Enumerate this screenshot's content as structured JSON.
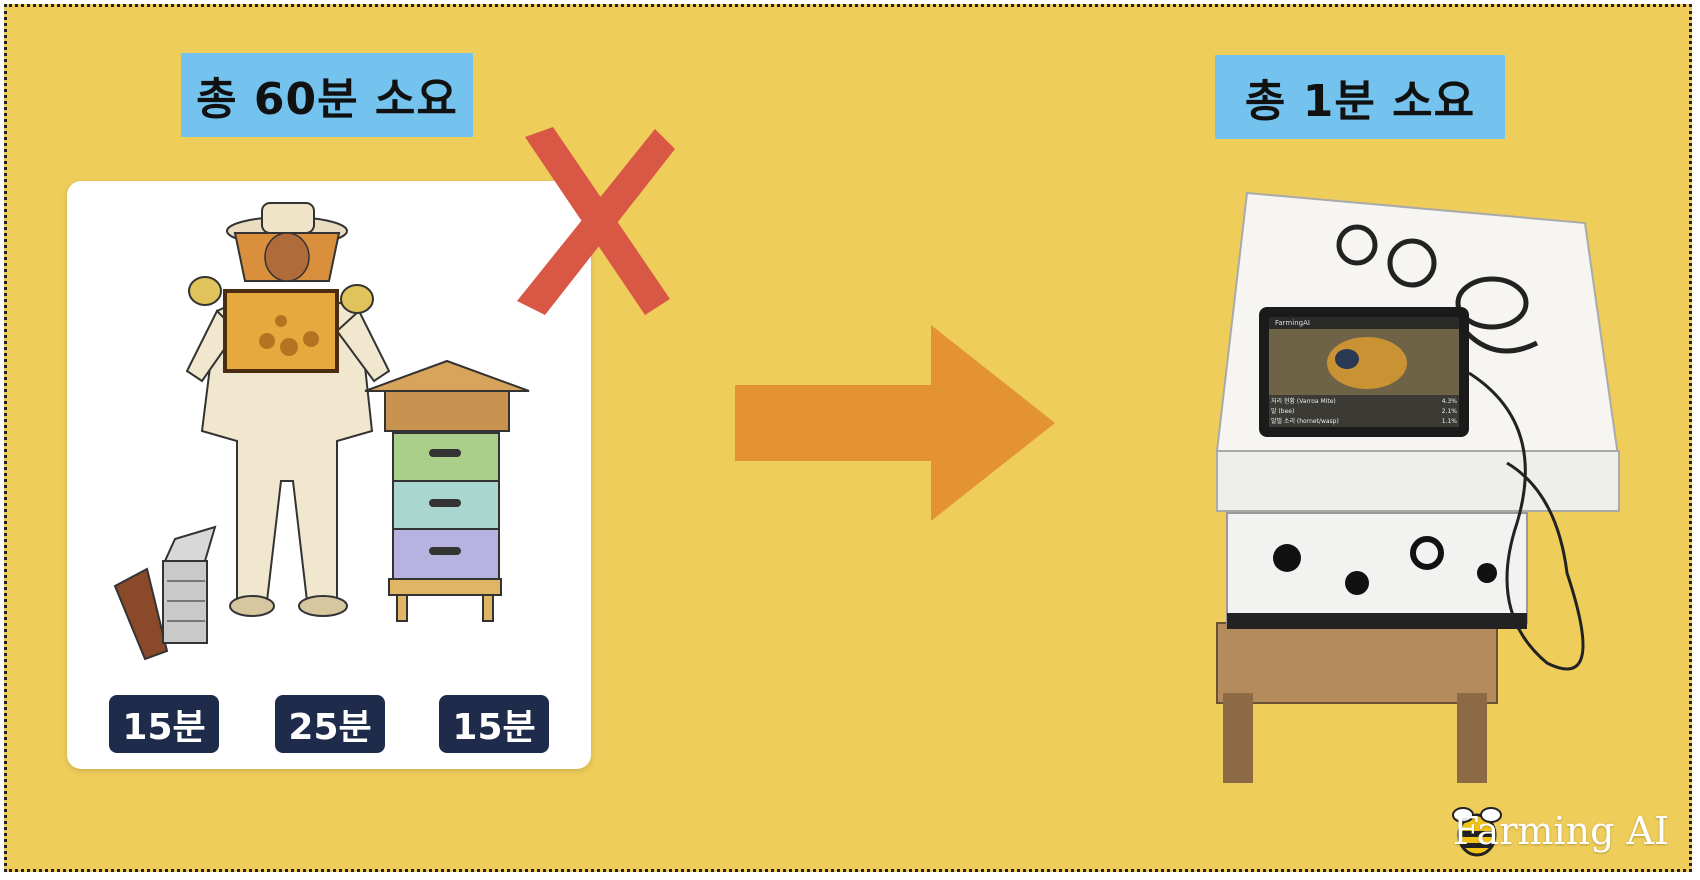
{
  "left_panel": {
    "title": "총 60분 소요",
    "durations": [
      "15분",
      "25분",
      "15분"
    ]
  },
  "right_panel": {
    "title": "총 1분 소요",
    "tablet": {
      "app_name": "FarmingAI",
      "rows": [
        {
          "label": "처리 현황 (Varroa Mite)",
          "value": "4.3%"
        },
        {
          "label": "말 (bee)",
          "value": "2.1%"
        },
        {
          "label": "말벌 소리 (hornet/wasp)",
          "value": "1.1%"
        }
      ]
    }
  },
  "brand": {
    "name": "Farming AI"
  },
  "colors": {
    "background": "#efcd5a",
    "label_blue": "#74c3ee",
    "badge_navy": "#1f2b4b",
    "cross_red": "#d95845",
    "arrow_orange": "#e49333"
  }
}
